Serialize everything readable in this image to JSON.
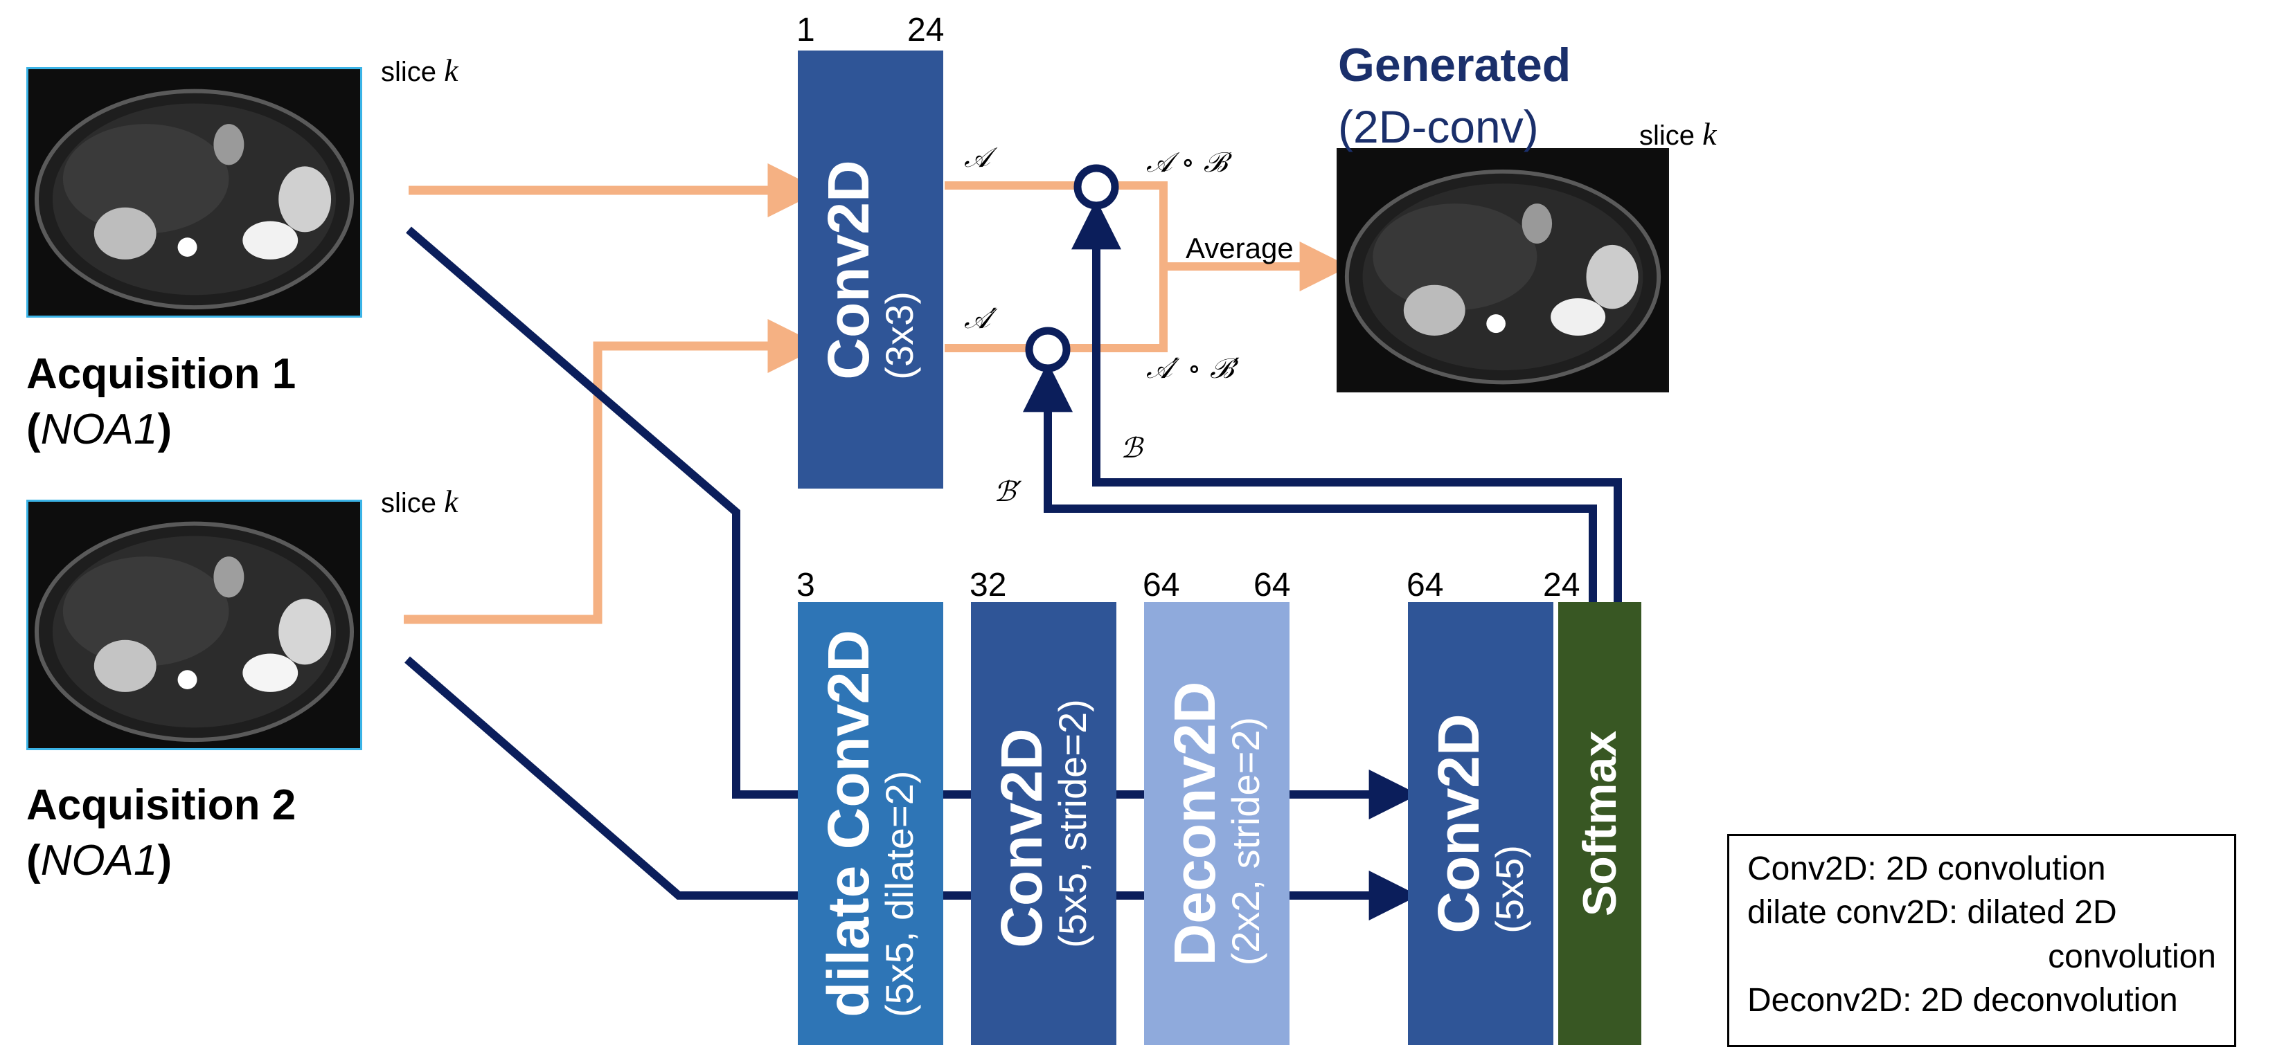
{
  "inputs": [
    {
      "name": "Acquisition 1",
      "open": "(",
      "seq": "NOA1",
      "close": ")",
      "slice_label": "slice",
      "slice_var": "k"
    },
    {
      "name": "Acquisition 2",
      "open": "(",
      "seq": "NOA1",
      "close": ")",
      "slice_label": "slice",
      "slice_var": "k"
    }
  ],
  "top_block": {
    "main": "Conv2D",
    "param": "(3x3)",
    "ch_in": "1",
    "ch_out": "24"
  },
  "bottom_blocks": [
    {
      "main": "dilate Conv2D",
      "param": "(5x5, dilate=2)",
      "ch": "3"
    },
    {
      "main": "Conv2D",
      "param": "(5x5, stride=2)",
      "ch": "32"
    },
    {
      "main": "Deconv2D",
      "param": "(2x2, stride=2)",
      "ch": "64",
      "ch_out": "64"
    },
    {
      "main": "Conv2D",
      "param": "(5x5)",
      "ch": "64"
    },
    {
      "main": "Softmax",
      "ch": "24"
    }
  ],
  "math": {
    "A": "𝒜",
    "A_prime": "𝒜′",
    "B": "ℬ",
    "B_prime": "ℬ′",
    "AB": "𝒜 ∘ ℬ",
    "ApBp": "𝒜′ ∘ ℬ′"
  },
  "average_label": "Average",
  "output": {
    "title": "Generated",
    "subtitle": "(2D-conv)",
    "slice_label": "slice",
    "slice_var": "k"
  },
  "legend": {
    "line1": "Conv2D: 2D convolution",
    "line2": "dilate conv2D: dilated 2D",
    "line3": "convolution",
    "line4": "Deconv2D: 2D deconvolution"
  },
  "colors": {
    "orange": "#f5b183",
    "navy": "#0b1e5b",
    "block_blue": "#2f5597",
    "dilate_blue": "#2e75b6",
    "deconv_blue": "#8faadc",
    "softmax_green": "#385723",
    "title_navy": "#1a2f6b",
    "mri_border": "#3bb3e6"
  }
}
